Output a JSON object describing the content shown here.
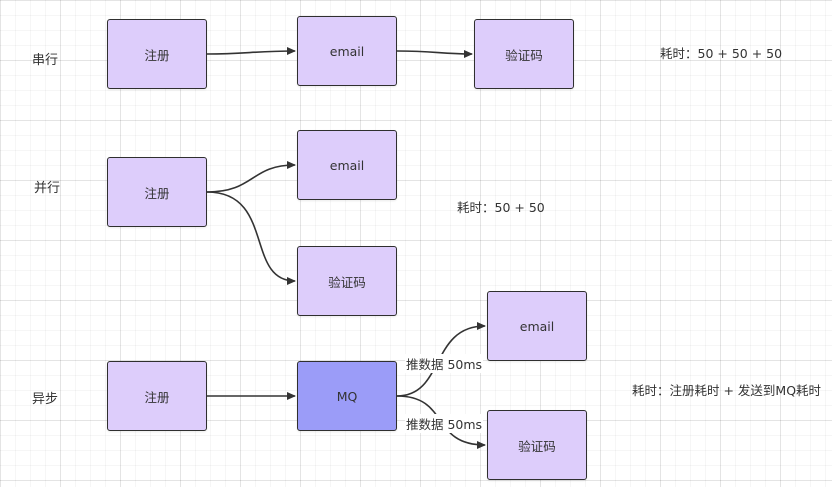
{
  "diagram": {
    "sections": {
      "serial": {
        "label": "串行",
        "nodes": {
          "register": "注册",
          "email": "email",
          "code": "验证码"
        },
        "note": "耗时：50 + 50 + 50"
      },
      "parallel": {
        "label": "并行",
        "nodes": {
          "register": "注册",
          "email": "email",
          "code": "验证码"
        },
        "note": "耗时：50 + 50"
      },
      "async": {
        "label": "异步",
        "nodes": {
          "register": "注册",
          "mq": "MQ",
          "email": "email",
          "code": "验证码"
        },
        "edge_labels": {
          "to_email": "推数据 50ms",
          "to_code": "推数据 50ms"
        },
        "note": "耗时：注册耗时 + 发送到MQ耗时"
      }
    },
    "colors": {
      "node_fill": "#ddcdfb",
      "mq_fill": "#9b9cf8",
      "stroke": "#2f2f2f",
      "edge": "#333333"
    }
  }
}
